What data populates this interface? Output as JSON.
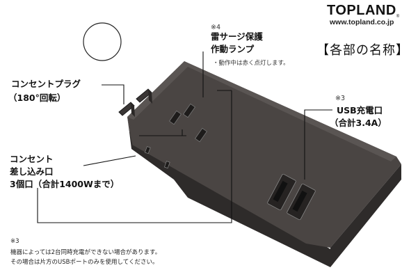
{
  "brand": {
    "name": "TOPLAND",
    "reg_mark": "®",
    "url": "www.topland.co.jp"
  },
  "title": "【各部の名称】",
  "labels": {
    "surge": {
      "note": "※4",
      "line1": "雷サージ保護",
      "line2": "作動ランプ",
      "sub": "・動作中は赤く点灯します。"
    },
    "plug": {
      "line1": "コンセントプラグ",
      "line2": "（180°回転）"
    },
    "usb": {
      "note": "※3",
      "line1": "USB充電口",
      "line2": "（合計3.4A）"
    },
    "outlet": {
      "line1": "コンセント",
      "line2": "差し込み口",
      "line3": "3個口（合計1400Wまで）"
    }
  },
  "footnote": {
    "mark": "※3",
    "line1": "機器によっては2台同時充電ができない場合があります。",
    "line2": "その場合は片方のUSBポートのみを使用してください。"
  },
  "colors": {
    "body": "#4a4543",
    "body_top": "#5a5553",
    "body_edge": "#2e2b2a",
    "slot": "#1e1c1b",
    "usb_port": "#262322",
    "lines": "#111111"
  }
}
